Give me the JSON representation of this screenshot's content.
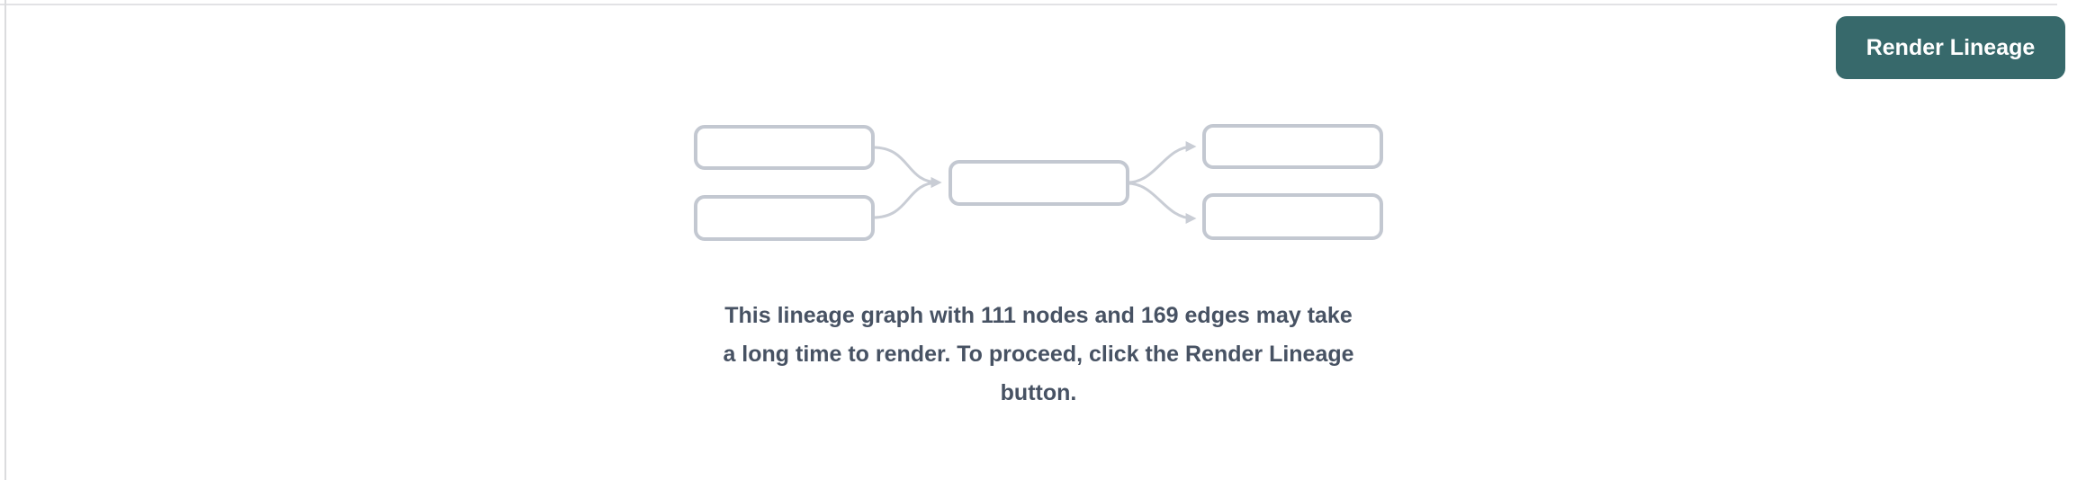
{
  "panel": {
    "background": "#ffffff",
    "top_divider_color": "#e2e2e5",
    "left_divider_color": "#dbdcde"
  },
  "toolbar": {
    "render_lineage_button": {
      "label": "Render Lineage",
      "background": "#37696b",
      "text_color": "#ffffff"
    }
  },
  "empty_state": {
    "illustration": {
      "name": "lineage-graph-placeholder",
      "node_count": 5,
      "edge_count": 4,
      "node_border_color": "#c3c8d1",
      "edge_color": "#c9cdd5",
      "node_fill": "#ffffff"
    },
    "message": "This lineage graph with 111 nodes and 169 edges may take a long time to render. To proceed, click the Render Lineage button.",
    "message_lines": [
      "This lineage graph with 111 nodes and 169 edges may take",
      "a long time to render. To proceed, click the Render Lineage",
      "button."
    ],
    "graph_node_count": "111",
    "graph_edge_count": "169",
    "text_color": "#475263"
  }
}
